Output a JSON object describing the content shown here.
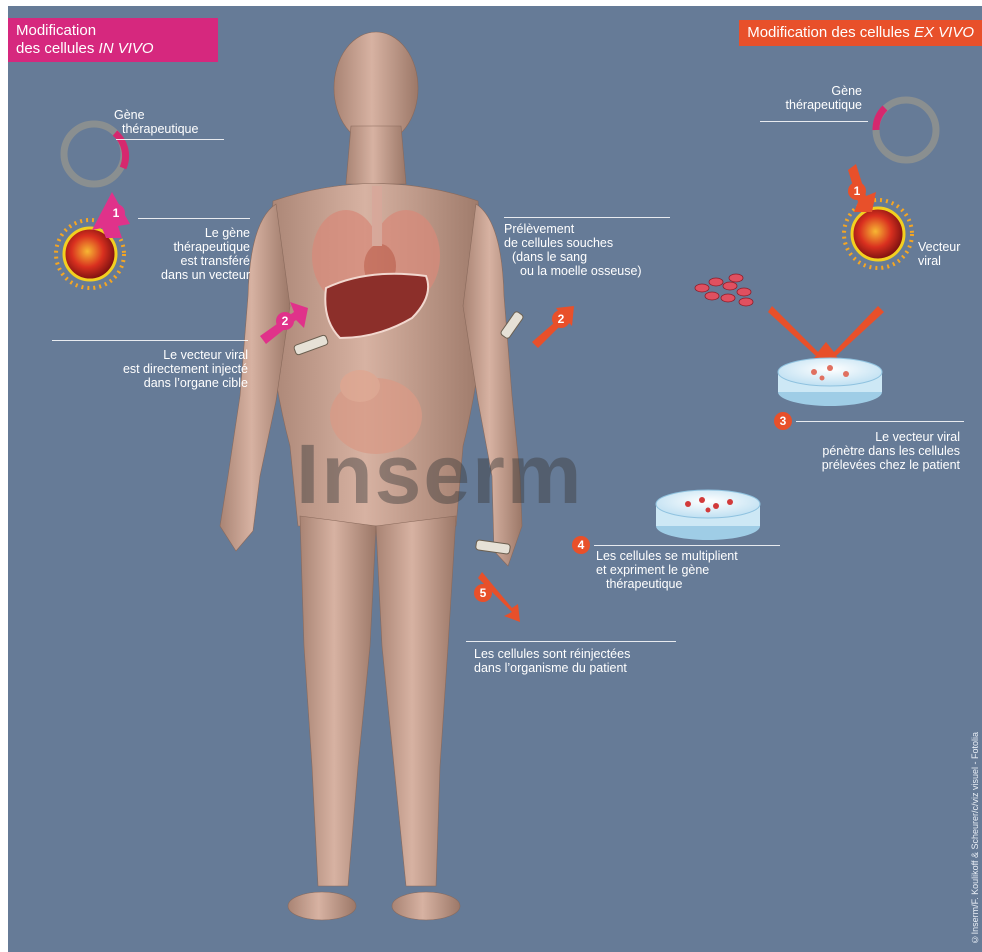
{
  "header": {
    "in_vivo_line1": "Modification",
    "in_vivo_line2_prefix": "des cellules ",
    "in_vivo_line2_emph": "IN VIVO",
    "ex_vivo_prefix": "Modification des cellules ",
    "ex_vivo_emph": "EX VIVO"
  },
  "left": {
    "gene_label_line1": "Gène",
    "gene_label_line2": "thérapeutique",
    "step1_text": [
      "Le gène",
      "thérapeutique",
      "est transféré",
      "dans un vecteur"
    ],
    "step1_number": "1",
    "step2_text": [
      "Le vecteur viral",
      "est directement injecté",
      "dans l’organe cible"
    ],
    "step2_number": "2"
  },
  "right": {
    "gene_label_line1": "Gène",
    "gene_label_line2": "thérapeutique",
    "step1_number": "1",
    "vector_label": [
      "Vecteur",
      "viral"
    ],
    "step2_text": [
      "Prélèvement",
      "de cellules souches",
      "(dans le sang",
      "ou la moelle osseuse)"
    ],
    "step2_number": "2",
    "step3_number": "3",
    "step3_text": [
      "Le vecteur viral",
      "pénètre dans les cellules",
      "prélevées chez le patient"
    ],
    "step4_number": "4",
    "step4_text": [
      "Les cellules se multiplient",
      "et expriment le gène",
      "thérapeutique"
    ],
    "step5_number": "5",
    "step5_text": [
      "Les cellules sont réinjectées",
      "dans l’organisme du patient"
    ]
  },
  "watermark": "Inserm",
  "credit": "©Inserm/F. Koulikoff & Scheurer/c/viz visuel - Fotolia",
  "colors": {
    "background": "#667b97",
    "in_vivo_tag": "#d6287e",
    "ex_vivo_tag": "#e8502a",
    "magenta_arrow": "#e0328a",
    "orange_arrow": "#e8502a",
    "skin": "#c9a191"
  }
}
